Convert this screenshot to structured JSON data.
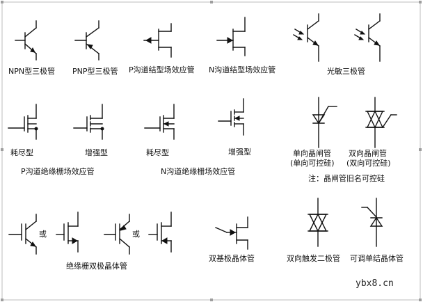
{
  "labels": {
    "npn": "NPN型三极管",
    "pnp": "PNP型三极管",
    "p_jfet": "P沟道结型场效应管",
    "n_jfet": "N沟道结型场效应管",
    "phototransistor": "光敏三极管",
    "depletion_1": "耗尽型",
    "enhancement_1": "增强型",
    "depletion_2": "耗尽型",
    "enhancement_2": "增强型",
    "p_mosfet": "P沟道绝缘栅场效应管",
    "n_mosfet": "N沟道绝缘栅场效应管",
    "scr": "单向晶闸管",
    "scr_alt": "(单向可控硅)",
    "triac": "双向晶闸管",
    "triac_alt": "(双向可控硅)",
    "thyristor_note": "注：晶闸管旧名可控硅",
    "or_1": "或",
    "or_2": "或",
    "igbt": "绝缘栅双极晶体管",
    "ujt": "双基极晶体管",
    "diac": "双向触发二极管",
    "put": "可调单结晶体管"
  },
  "watermark": "ybx8.cn"
}
